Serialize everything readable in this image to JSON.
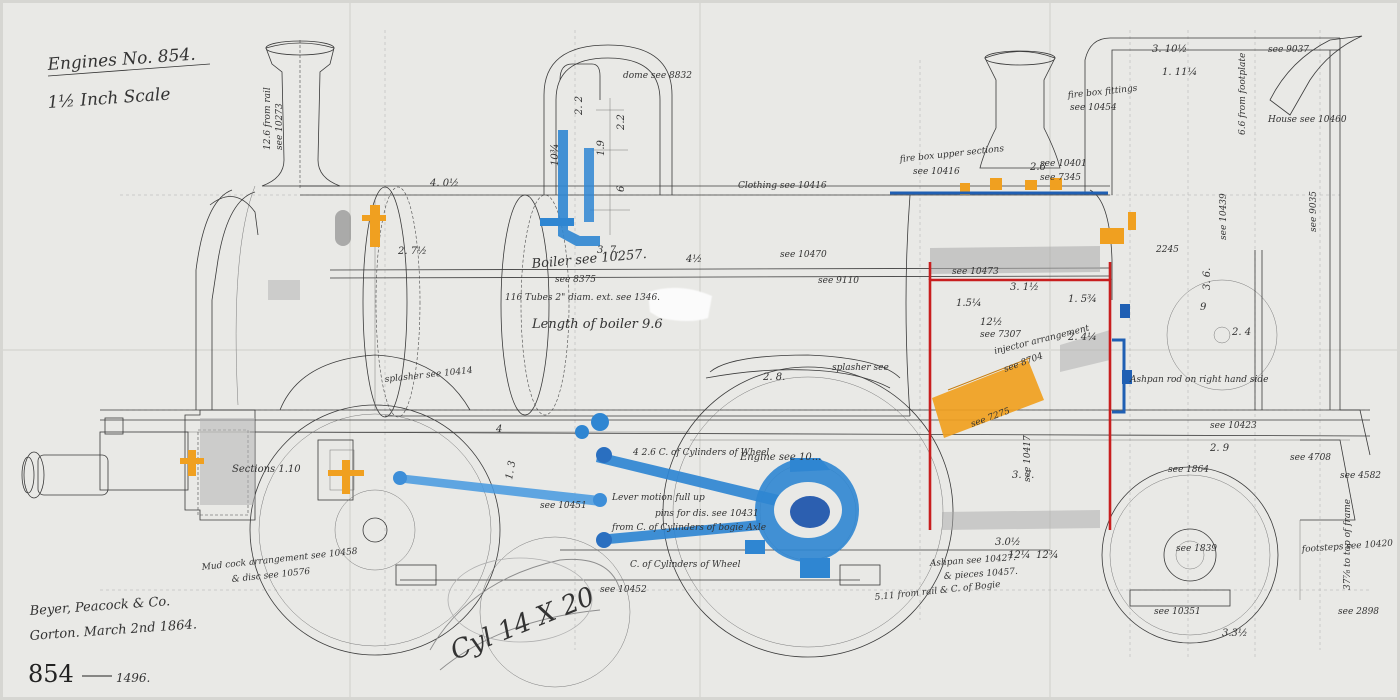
{
  "title": {
    "line1": "Engines No. 854.",
    "line2": "1½ Inch Scale"
  },
  "maker": {
    "line1": "Beyer, Peacock & Co.",
    "line2": "Gorton. March 2nd 1864."
  },
  "number": {
    "main": "854",
    "sub": "1496."
  },
  "stamp": {
    "line1": "Cyl 14 X 20"
  },
  "colors": {
    "paper": "#e9e9e6",
    "ink": "#333333",
    "blue": "#2f86d2",
    "darkblue": "#1f5fb3",
    "orange": "#f0a020",
    "red": "#c81e1e",
    "grey": "#9c9c9c"
  },
  "notes": {
    "chimney": "12.6 from rail",
    "chimney_see": "see 10273",
    "dome": "dome see 8832",
    "dome_dims": [
      "1.9",
      "2.2",
      "6",
      "10¾"
    ],
    "clothing": "Clothing see 10416",
    "boiler": "Boiler see 10257.",
    "boiler_see": "see 8375",
    "tubes": "116 Tubes 2\" diam. ext. see 1346.",
    "length": "Length of boiler 9.6",
    "smokebox_dim": "4. 0½",
    "dim_2_7": "2. 7½",
    "dim_3_7": "3. 7.",
    "see_10470": "see 10470",
    "see_9110": "see 9110",
    "see_10473": "see 10473",
    "splasher_l": "splasher see 10414",
    "splasher_r": "splasher see",
    "motion": "4 2.6 C. of Cylinders of Wheel",
    "engine": "Engine see 10...",
    "lever": "Lever motion full up",
    "pins": "pins for dis. see 10431",
    "from_c": "from C. of Cylinders of bogie Axle",
    "c_c": "C. of Cylinders of Wheel",
    "cock": "Mud cock arrangement see 10458",
    "cock2": "& disc see 10576",
    "firebox_top": "fire box upper sections",
    "firebox_see": "see 10416",
    "see_10401": "see 10401",
    "see_7345": "see 7345",
    "firebox_fit": "fire box fittings",
    "firebox_fit_see": "see 10454",
    "cab_h": "3. 10½",
    "cab_w": "1. 11¼",
    "see_9037": "see 9037",
    "house": "House see 10460",
    "from_footplate": "6.6 from footplate",
    "dim_2_6": "2.6",
    "dim_3_1": "3. 1½",
    "dim_1_5": "1.5¼",
    "dim_1_5r": "1. 5¾",
    "dim_12": "12½",
    "see_7307": "see 7307",
    "dim_2_4": "2. 4¼",
    "injector": "injector arrangement",
    "see_8704": "see 8704",
    "see_7275": "see 7275",
    "ashpan": "Ashpan rod on right hand side",
    "dim_3_7r": "3. 7.",
    "see_10417": "see 10417",
    "dim_3_0": "3.0½",
    "dim_12b": "12¼",
    "dim_12c": "12¾",
    "ashpan_see": "Ashpan see 10427.",
    "pieces": "& pieces 10457.",
    "from_rail": "5.11 from rail & C. of Bogie",
    "see_10423": "see 10423",
    "see_4708": "see 4708",
    "see_4582": "see 4582",
    "see_1864": "see 1864",
    "see_1839": "see 1839",
    "see_10420": "footsteps see 10420",
    "see_2898": "see 2898",
    "see_10351": "see 10351",
    "dim_3_3": "3.3½",
    "dim_2_9": "2. 9",
    "dim_9": "9",
    "dim_37": "37⅞ to top of frame",
    "dim_3_6": "3. 6.",
    "see_9035": "see 9035",
    "see_10439": "see 10439",
    "see_2245": "2245",
    "see_10452": "see 10452",
    "see_10451": "see 10451",
    "dim_2_8": "2. 8.",
    "dim_1_3": "1. 3",
    "dim_4": "4",
    "dim_4b": "4½",
    "dim_2_4b": "2. 4",
    "dim_2_2": "2. 2",
    "section": "Sections 1.10"
  }
}
